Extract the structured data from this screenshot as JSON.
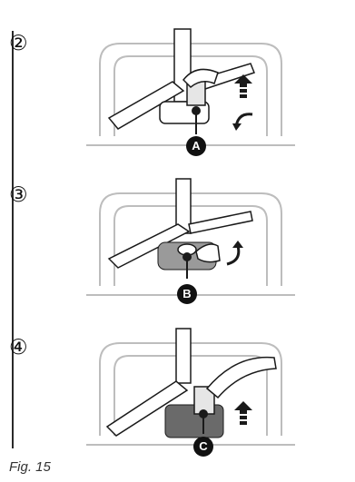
{
  "steps": [
    {
      "number": "②",
      "callout": "A"
    },
    {
      "number": "③",
      "callout": "B"
    },
    {
      "number": "④",
      "callout": "C"
    }
  ],
  "caption": "Fig. 15",
  "colors": {
    "line": "#1a1a1a",
    "filter_area": "#9a9a9a",
    "rack": "#bdbdbd"
  }
}
